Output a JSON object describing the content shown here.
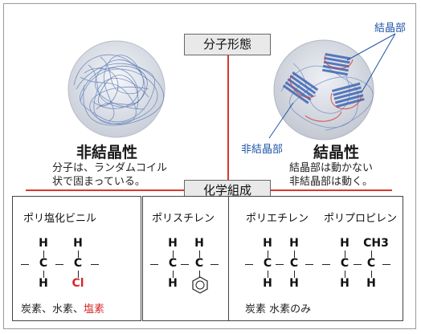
{
  "section_top": {
    "title": "分子形態"
  },
  "section_bottom": {
    "title": "化学組成"
  },
  "amorphous": {
    "title": "非結晶性",
    "desc_line1": "分子は、ランダムコイル",
    "desc_line2": "状で固まっている。"
  },
  "crystalline": {
    "title": "結晶性",
    "label_crystal": "結晶部",
    "label_noncrystal": "非結晶部",
    "desc_line1": "結晶部は動かない",
    "desc_line2": "非結晶部は動く。"
  },
  "pvc": {
    "name": "ポリ塩化ビニル",
    "note_a": "炭素、水素、",
    "note_b": "塩素",
    "top": [
      "H",
      "H"
    ],
    "mid": [
      "C",
      "C"
    ],
    "bottom": [
      "H",
      "Cl"
    ]
  },
  "ps": {
    "name": "ポリスチレン",
    "top": [
      "H",
      "H"
    ],
    "mid": [
      "C",
      "C"
    ],
    "bottom": [
      "H",
      ""
    ]
  },
  "pe": {
    "name": "ポリエチレン",
    "top": [
      "H",
      "H"
    ],
    "mid": [
      "C",
      "C"
    ],
    "bottom": [
      "H",
      "H"
    ]
  },
  "pp": {
    "name": "ポリプロピレン",
    "top": [
      "H",
      "CH3"
    ],
    "mid": [
      "C",
      "C"
    ],
    "bottom": [
      "H",
      "H"
    ]
  },
  "pe_pp_note": "炭素 水素のみ",
  "colors": {
    "accent_red": "#d8382e",
    "label_blue": "#1f55a8",
    "title_bg": "#e9e9e9"
  }
}
